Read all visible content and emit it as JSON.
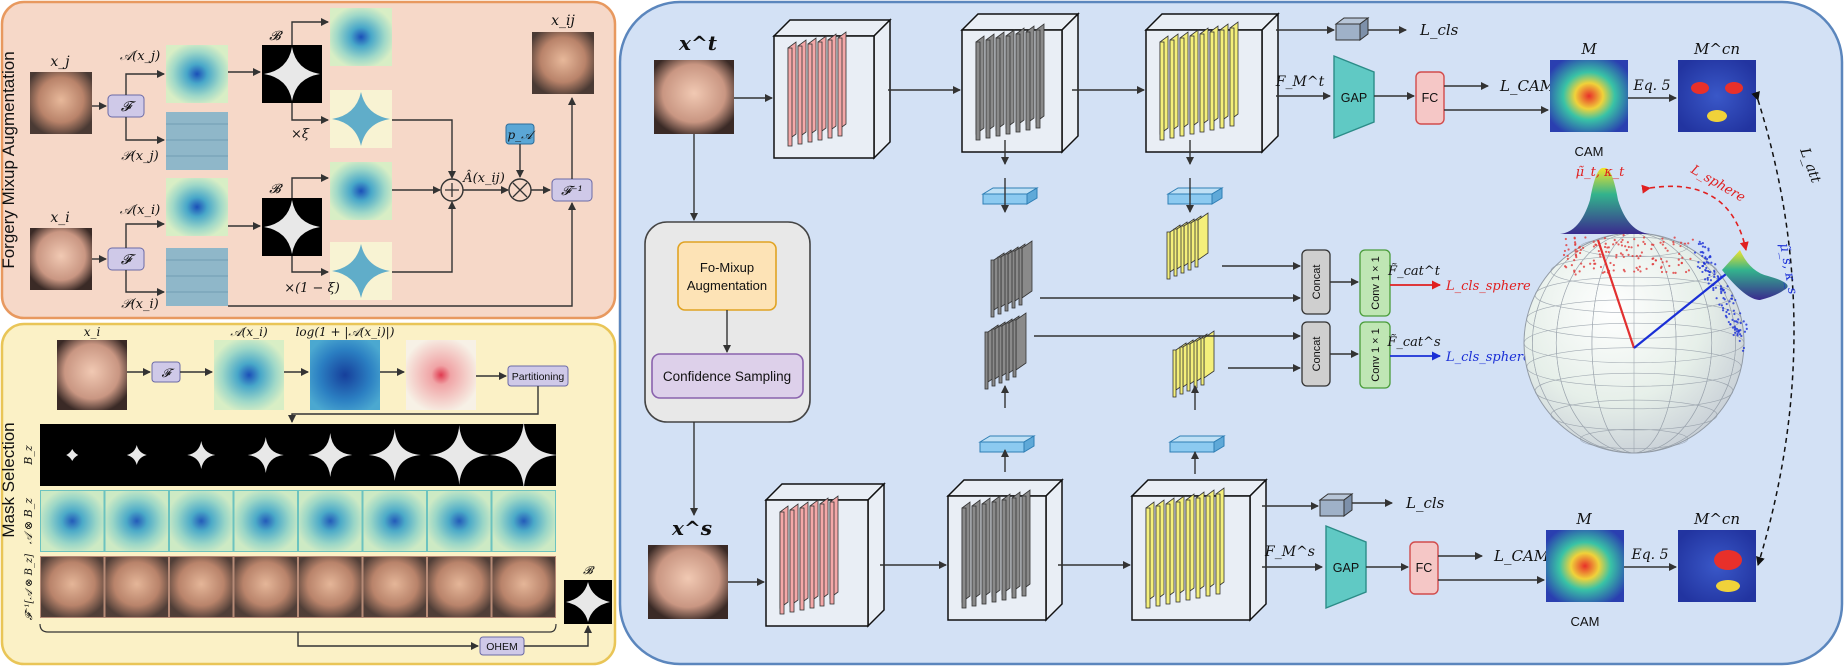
{
  "left_top": {
    "side_label": "Forgery Mixup Augmentation",
    "x_j": "x_j",
    "x_i": "x_i",
    "x_ij": "x_ij",
    "F": "𝓕",
    "A_xj": "𝒜(x_j)",
    "P_xj": "𝒫(x_j)",
    "A_xi": "𝒜(x_i)",
    "P_xi": "𝒫(x_i)",
    "B": "𝓑",
    "times_xi": "×ξ",
    "times_1_xi": "×(1 − ξ)",
    "A_hat": "Â(x_ij)",
    "p_A": "p_𝒜",
    "F_inv": "𝓕⁻¹"
  },
  "left_bottom": {
    "side_label": "Mask Selection",
    "x_i": "x_i",
    "F": "𝓕",
    "A_xi": "𝒜(x_i)",
    "log": "log(1 + |𝒜(x_i)|)",
    "partitioning": "Partitioning",
    "row1": "B_z",
    "row2": "𝒜 ⊗ B_z",
    "row3": "𝓕⁻¹[𝒜 ⊗ B_z]",
    "B": "𝓑",
    "ohem": "OHEM"
  },
  "right": {
    "x_t": "x^t",
    "x_s": "x^s",
    "fo_mixup": "Fo-Mixup Augmentation",
    "confidence": "Confidence Sampling",
    "L_cls_top": "L_cls",
    "L_cls_bottom": "L_cls",
    "F_M_t": "F_M^t",
    "F_M_s": "F_M^s",
    "gap": "GAP",
    "fc": "FC",
    "L_CAM_top": "L_CAM",
    "L_CAM_bottom": "L_CAM",
    "M": "M",
    "M_cn": "M^cn",
    "eq5": "Eq. 5",
    "cam": "CAM",
    "concat": "Concat",
    "conv": "Conv 1 × 1",
    "F_cat_t": "F̃_cat^t",
    "F_cat_s": "F̃_cat^s",
    "L_cls_sphere_t": "L_cls_sphere",
    "L_cls_sphere_s": "L_cls_sphere",
    "mu_t": "μ̃_t, κ_t",
    "mu_s": "μ̃_s, κ_s",
    "L_sphere": "L_sphere",
    "L_att": "L_att"
  },
  "colors": {
    "panel_top": "#f6d8c8",
    "panel_top_border": "#e8995f",
    "panel_bottom": "#fbf1c6",
    "panel_bottom_border": "#e9c557",
    "panel_right": "#d3e1f5",
    "panel_right_border": "#5b86bd",
    "red": "#e02020",
    "blue": "#1a2fd6"
  }
}
